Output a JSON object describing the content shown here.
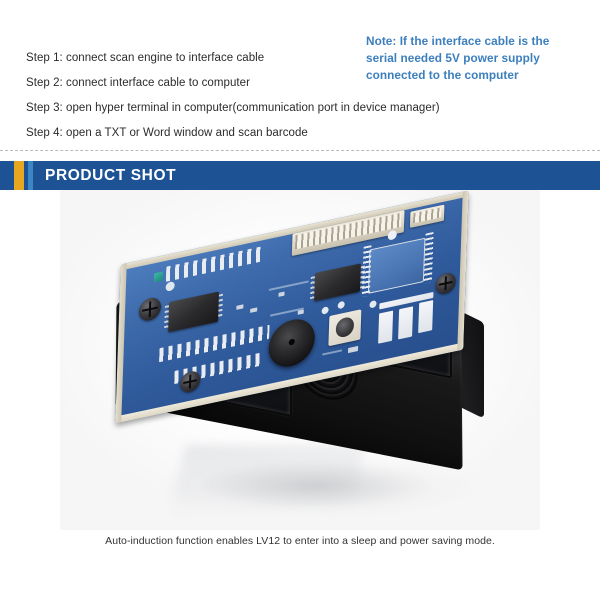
{
  "instructions": {
    "steps": [
      "Step 1: connect scan engine to interface cable",
      "Step 2: connect interface cable to computer",
      "Step 3: open hyper terminal in computer(communication port in device manager)",
      "Step 4: open a TXT or Word window and scan barcode"
    ],
    "note_lines": [
      "Note: If the interface cable is the",
      "serial needed 5V power supply",
      "connected to the computer"
    ],
    "note_color": "#3c7fbd",
    "step_color": "#2b2b2b"
  },
  "section_header": {
    "title": "PRODUCT SHOT",
    "bar_color": "#1d5394",
    "accent_yellow": "#e8a720",
    "accent_lightblue": "#3d86c6",
    "title_color": "#ffffff"
  },
  "product": {
    "image_alt": "LV12 barcode scan engine module",
    "pcb_color": "#3e6bac",
    "housing_color": "#101010",
    "caption": "Auto-induction function enables LV12 to enter into a sleep and power saving mode.",
    "caption_color": "#333333"
  },
  "page": {
    "background": "#ffffff",
    "divider_color": "#b9b9b9"
  }
}
